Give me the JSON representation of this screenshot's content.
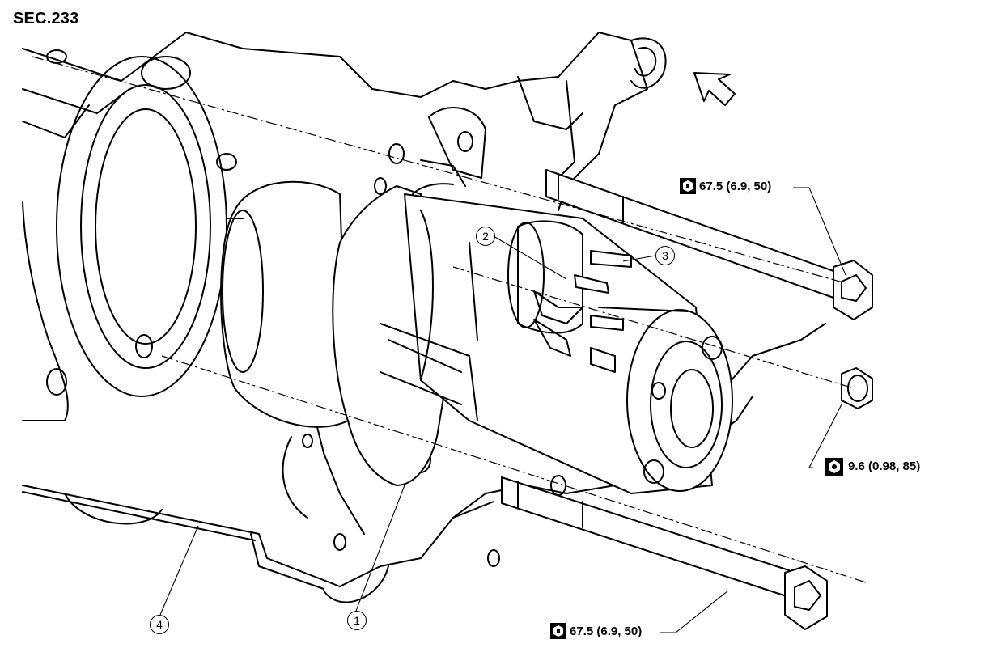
{
  "section_code": "SEC.233",
  "callouts": [
    {
      "id": "1",
      "text": "1"
    },
    {
      "id": "2",
      "text": "2"
    },
    {
      "id": "3",
      "text": "3"
    },
    {
      "id": "4",
      "text": "4"
    }
  ],
  "torque_specs": [
    {
      "text": "67.5 (6.9, 50)",
      "icon": "torque-wrench-icon"
    },
    {
      "text": "9.6 (0.98, 85)",
      "icon": "torque-wrench-icon"
    },
    {
      "text": "67.5 (6.9, 50)",
      "icon": "torque-wrench-icon"
    }
  ],
  "direction_arrow": "front-arrow-icon"
}
